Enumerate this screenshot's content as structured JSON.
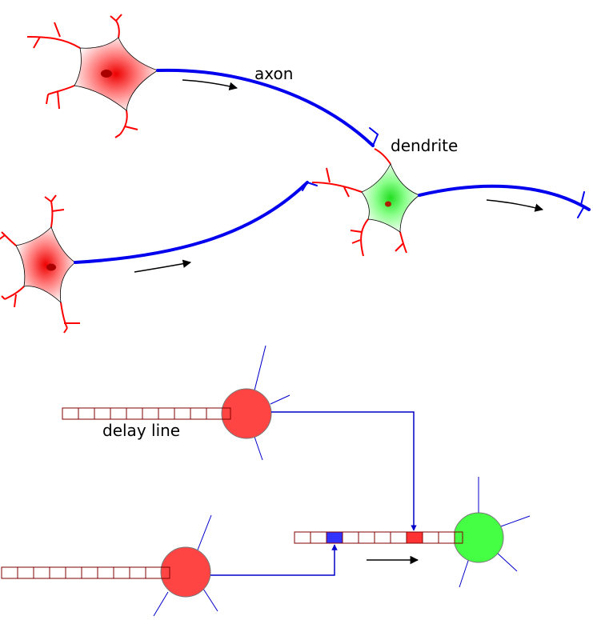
{
  "labels": {
    "axon": "axon",
    "dendrite": "dendrite",
    "delay_line": "delay line"
  },
  "colors": {
    "axon": "#0000ee",
    "dendrite": "#ff0000",
    "soma_red": "#ff4444",
    "soma_green": "#44ff44",
    "wire": "#0000cc",
    "cell_border": "#800000",
    "active_red": "#ff3333",
    "active_blue": "#3333ff"
  }
}
